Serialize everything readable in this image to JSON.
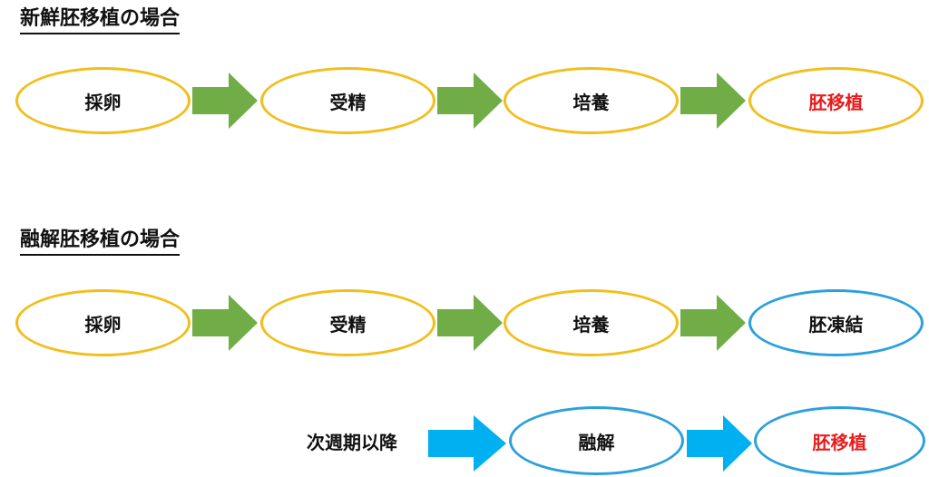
{
  "colors": {
    "step_border": "#F2BE1C",
    "frozen_border": "#2CA0DC",
    "green_arrow": "#70AD47",
    "blue_arrow": "#00B0F0",
    "text_default": "#111111",
    "text_highlight": "#E81C1C"
  },
  "sections": [
    {
      "title": "新鮮胚移植の場合",
      "steps": [
        {
          "label": "採卵",
          "style": "step",
          "highlight": false
        },
        {
          "label": "受精",
          "style": "step",
          "highlight": false
        },
        {
          "label": "培養",
          "style": "step",
          "highlight": false
        },
        {
          "label": "胚移植",
          "style": "step",
          "highlight": true
        }
      ]
    },
    {
      "title": "融解胚移植の場合",
      "steps": [
        {
          "label": "採卵",
          "style": "step",
          "highlight": false
        },
        {
          "label": "受精",
          "style": "step",
          "highlight": false
        },
        {
          "label": "培養",
          "style": "step",
          "highlight": false
        },
        {
          "label": "胚凍結",
          "style": "frozen",
          "highlight": false
        }
      ],
      "followup": {
        "lead_text": "次週期以降",
        "steps": [
          {
            "label": "融解",
            "style": "frozen",
            "highlight": false
          },
          {
            "label": "胚移植",
            "style": "frozen",
            "highlight": true
          }
        ]
      }
    }
  ]
}
